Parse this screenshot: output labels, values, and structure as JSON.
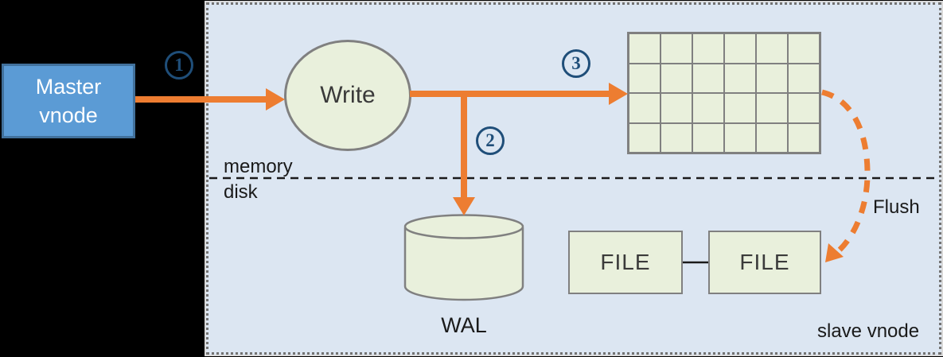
{
  "colors": {
    "background": "#000000",
    "region-bg": "#dce6f2",
    "region-border": "#737373",
    "accent-orange": "#ED7D31",
    "node-green": "#E9F0DC",
    "node-border": "#808080",
    "master-blue": "#5B9BD5",
    "master-border": "#41719C",
    "step-blue": "#1F4E79",
    "text-dark": "#3A3A3A",
    "text-black": "#1A1A1A"
  },
  "nodes": {
    "master": {
      "label": "Master vnode"
    },
    "write": {
      "label": "Write"
    },
    "wal": {
      "label": "WAL"
    },
    "file_left": {
      "label": "FILE"
    },
    "file_right": {
      "label": "FILE"
    }
  },
  "labels": {
    "memory": "memory",
    "disk": "disk",
    "flush": "Flush",
    "slave": "slave vnode"
  },
  "steps": [
    {
      "number": "1"
    },
    {
      "number": "2"
    },
    {
      "number": "3"
    }
  ],
  "mem_table": {
    "rows": 4,
    "cols": 6
  }
}
